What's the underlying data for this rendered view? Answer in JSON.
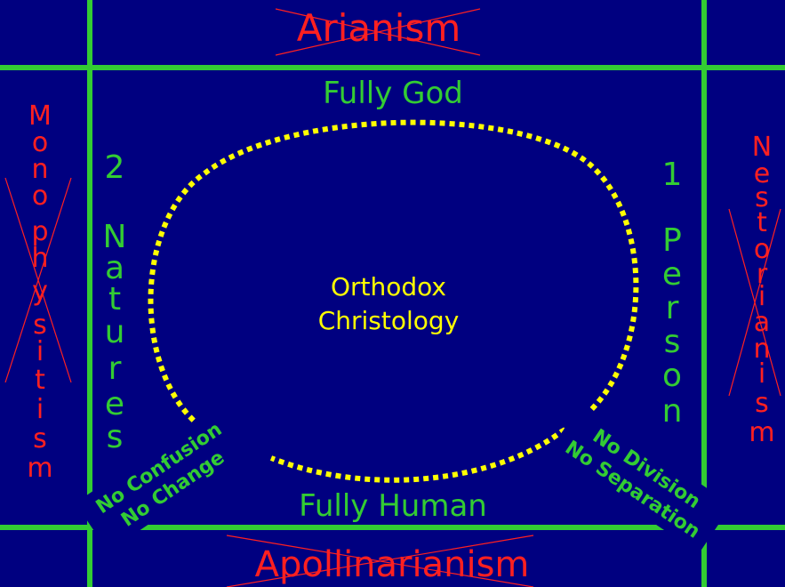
{
  "colors": {
    "background": "#000080",
    "frame": "#33cc33",
    "heresy": "#ff2020",
    "orthodox": "#ffff00",
    "label": "#33cc33",
    "cross": "#ff2020"
  },
  "top_heresy": "Arianism",
  "bottom_heresy": "Apollinarianism",
  "left_heresy": {
    "letters": [
      "M",
      "o",
      "n",
      "o",
      "p",
      "h",
      "y",
      "s",
      "i",
      "t",
      "i",
      "s",
      "m"
    ]
  },
  "right_heresy": {
    "letters": [
      "N",
      "e",
      "s",
      "t",
      "o",
      "r",
      "i",
      "a",
      "n",
      "i",
      "s",
      "m"
    ]
  },
  "top_label": "Fully God",
  "bottom_label": "Fully Human",
  "center": {
    "line1": "Orthodox",
    "line2": "Christology"
  },
  "left_label": {
    "number": "2",
    "letters": [
      "N",
      "a",
      "t",
      "u",
      "r",
      "e",
      "s"
    ]
  },
  "right_label": {
    "number": "1",
    "letters": [
      "P",
      "e",
      "r",
      "s",
      "o",
      "n"
    ]
  },
  "left_banner": {
    "line1": "No Confusion",
    "line2": "No Change"
  },
  "right_banner": {
    "line1": "No Division",
    "line2": "No Separation"
  }
}
